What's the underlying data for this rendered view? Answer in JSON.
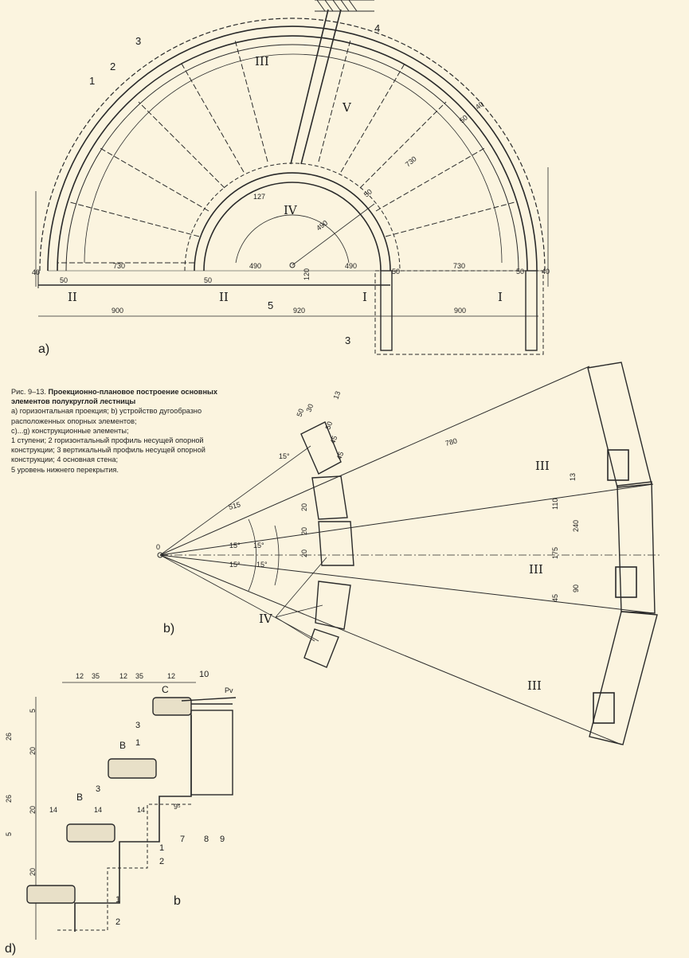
{
  "caption": {
    "figure_no": "Рис. 9–13.",
    "title": "Проекционно-плановое построение основных элементов полукруглой лестницы",
    "lines": [
      "а) горизонтальная проекция; b) устройство дугообразно расположенных опорных элементов;",
      "с)...g) конструкционные элементы;",
      "1 ступени; 2 горизонтальный профиль несущей опорной конструкции; 3 вертикальный профиль несущей опорной конструкции; 4 основная стена;",
      "5 уровень нижнего перекрытия."
    ]
  },
  "panel_a": {
    "panel_label": "a)",
    "part_labels": [
      "1",
      "2",
      "3",
      "4",
      "5",
      "3"
    ],
    "roman": [
      "III",
      "IV",
      "V",
      "II",
      "II",
      "I",
      "I"
    ],
    "dims": {
      "r_outer": "730",
      "r_inner": "490",
      "r_inner2": "490",
      "r_outer2": "730",
      "tread": "127",
      "radius": "490",
      "gap": "120",
      "w_left": "900",
      "w_mid": "920",
      "w_right": "900",
      "d50a": "50",
      "d50b": "50",
      "d50c": "50",
      "d50d": "50",
      "d50e": "50",
      "d50f": "50",
      "d40a": "40",
      "d40b": "40",
      "d730": "730",
      "d40c": "40"
    }
  },
  "panel_b": {
    "panel_label": "b)",
    "roman": [
      "III",
      "III",
      "III",
      "IV"
    ],
    "origin": "0",
    "dims": [
      "515",
      "780",
      "50",
      "30",
      "13",
      "50",
      "45",
      "45",
      "20",
      "20",
      "20",
      "15°",
      "15°",
      "15°",
      "15°",
      "15°",
      "13",
      "110",
      "240",
      "175",
      "90",
      "45"
    ]
  },
  "panel_d": {
    "panel_label": "d)",
    "letters": [
      "C",
      "B",
      "B",
      "b",
      "Pv"
    ],
    "numbers": [
      "10",
      "3",
      "1",
      "3",
      "1",
      "2",
      "1",
      "2",
      "7",
      "8",
      "9"
    ],
    "dims_top": [
      "12",
      "35",
      "12",
      "35",
      "12"
    ],
    "dims_left": [
      "26",
      "5",
      "20",
      "26",
      "20",
      "5",
      "20"
    ],
    "dims_mid": [
      "14",
      "14",
      "14",
      "9⁵"
    ]
  }
}
